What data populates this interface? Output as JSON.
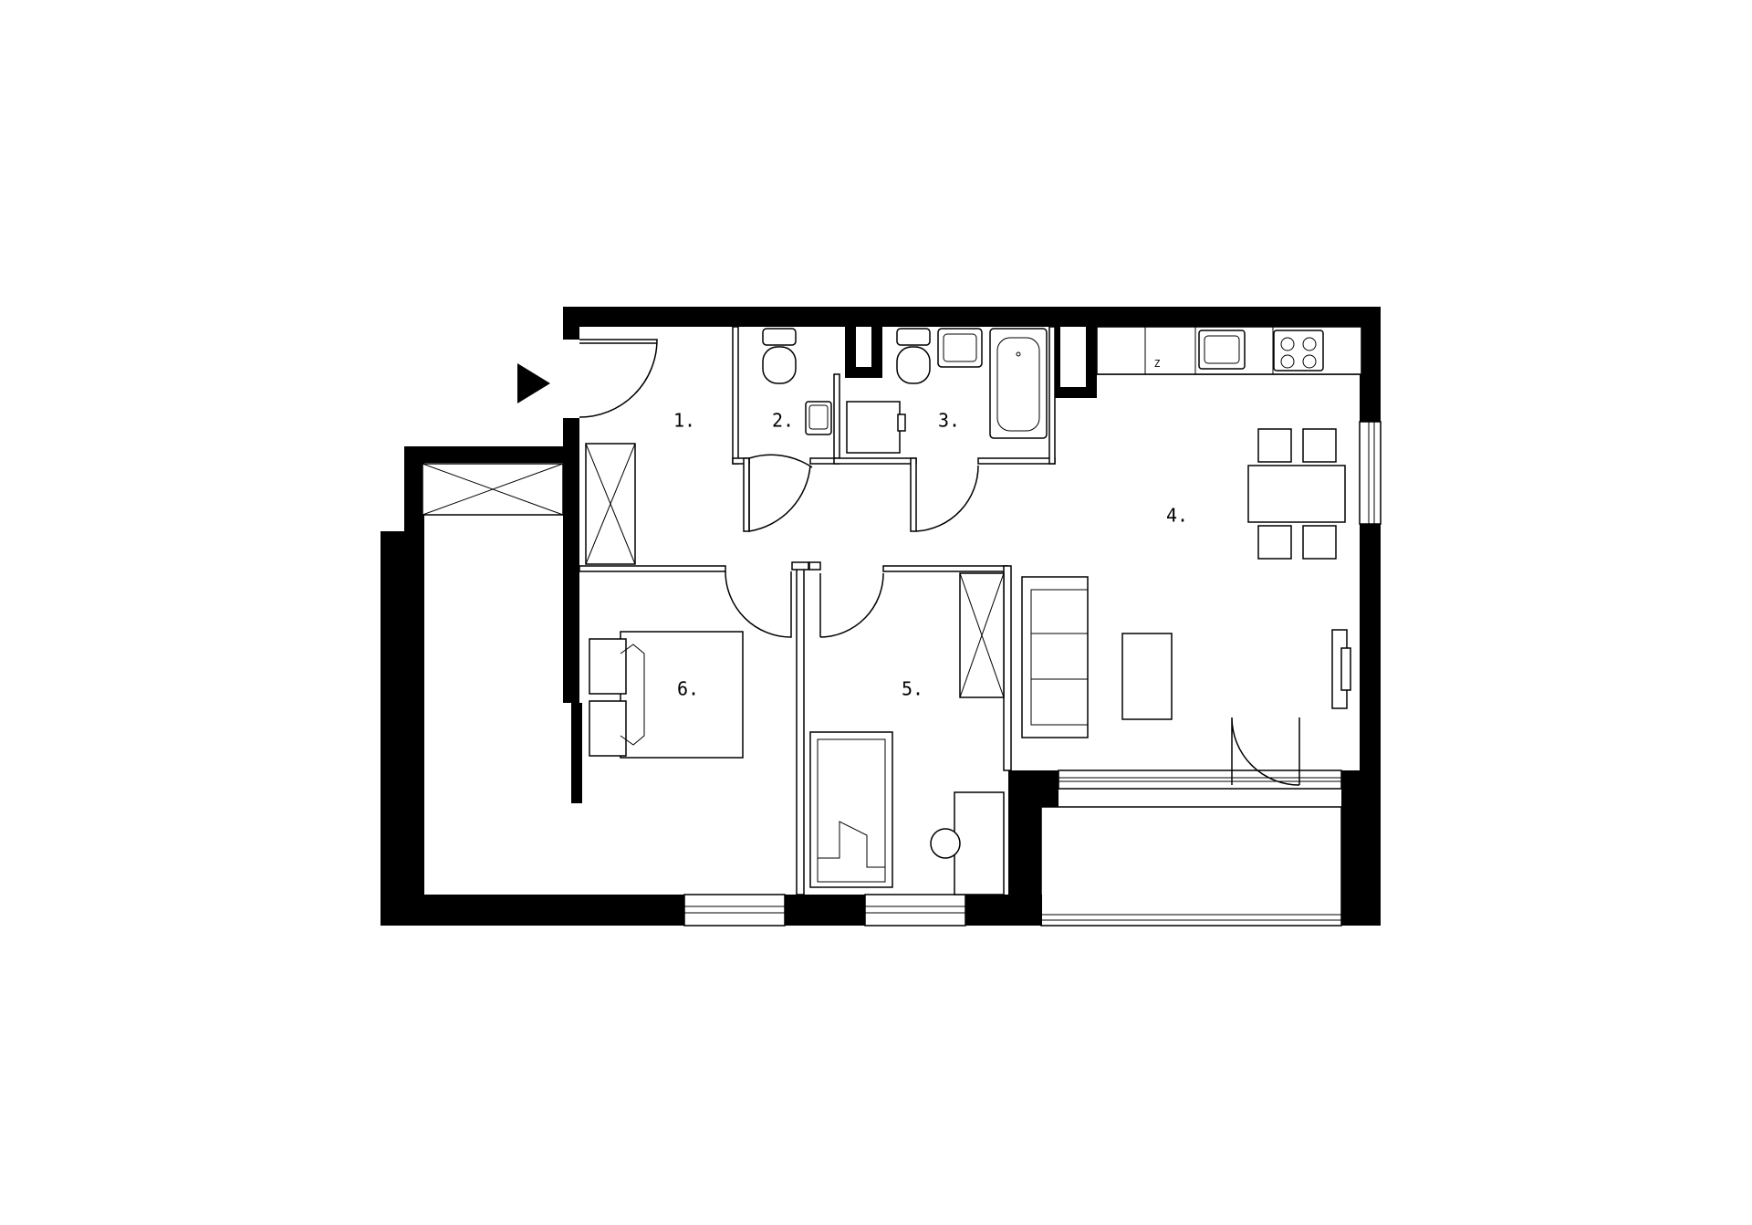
{
  "plan": {
    "rooms": [
      {
        "id": "hall",
        "label": "1."
      },
      {
        "id": "wc",
        "label": "2."
      },
      {
        "id": "bathroom",
        "label": "3."
      },
      {
        "id": "living-kitchen",
        "label": "4."
      },
      {
        "id": "bedroom-small",
        "label": "5."
      },
      {
        "id": "bedroom-main",
        "label": "6."
      }
    ],
    "fixture_marks": {
      "kitchen_z": "Z"
    },
    "entrance": "entrance-arrow-icon"
  }
}
